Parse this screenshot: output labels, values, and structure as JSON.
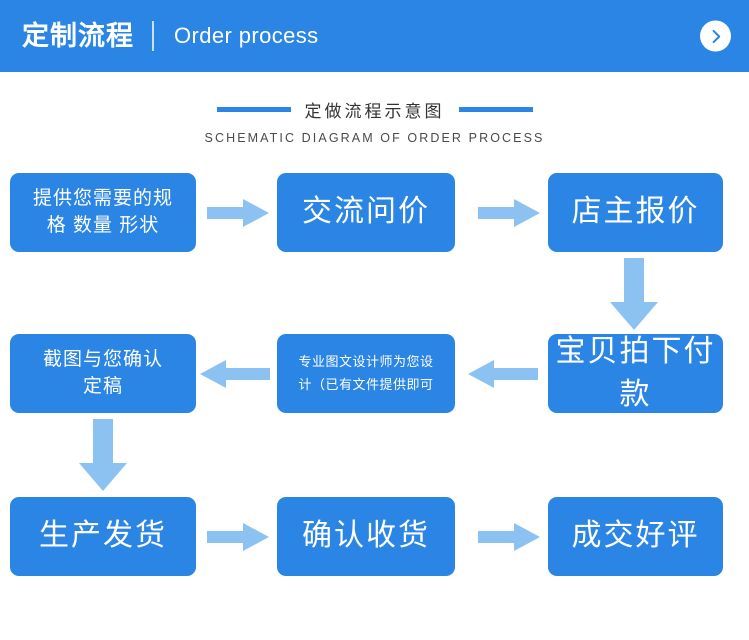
{
  "header": {
    "title_cn": "定制流程",
    "title_en": "Order process",
    "arrow_icon": "chevron-right-icon",
    "bg_color": "#2b85e4"
  },
  "section": {
    "title_cn": "定做流程示意图",
    "title_en": "SCHEMATIC DIAGRAM OF ORDER PROCESS",
    "rule_color": "#2b85e4"
  },
  "colors": {
    "box": "#2b85e4",
    "arrow": "#8cc2f2",
    "text": "#ffffff"
  },
  "flow": {
    "steps": [
      {
        "id": "step-1",
        "text_line1": "提供您需要的规",
        "text_line2": "格 数量 形状"
      },
      {
        "id": "step-2",
        "text": "交流问价"
      },
      {
        "id": "step-3",
        "text": "店主报价"
      },
      {
        "id": "step-4",
        "text": "宝贝拍下付款"
      },
      {
        "id": "step-5",
        "text_line1": "专业图文设计师为您设",
        "text_line2": "计（已有文件提供即可"
      },
      {
        "id": "step-6",
        "text_line1": "截图与您确认",
        "text_line2": "定稿"
      },
      {
        "id": "step-7",
        "text": "生产发货"
      },
      {
        "id": "step-8",
        "text": "确认收货"
      },
      {
        "id": "step-9",
        "text": "成交好评"
      }
    ],
    "connectors": [
      {
        "id": "arrow-1",
        "direction": "right"
      },
      {
        "id": "arrow-2",
        "direction": "right"
      },
      {
        "id": "arrow-3",
        "direction": "down"
      },
      {
        "id": "arrow-4",
        "direction": "left"
      },
      {
        "id": "arrow-5",
        "direction": "left"
      },
      {
        "id": "arrow-6",
        "direction": "down"
      },
      {
        "id": "arrow-7",
        "direction": "right"
      },
      {
        "id": "arrow-8",
        "direction": "right"
      }
    ]
  }
}
